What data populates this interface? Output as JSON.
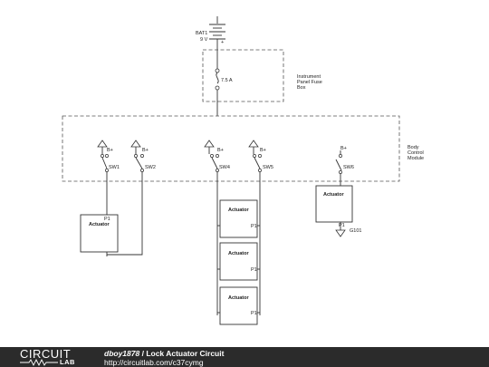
{
  "battery": {
    "ref": "BAT1",
    "value": "9 V"
  },
  "fuse": {
    "rating": "7.5 A"
  },
  "fuse_box": {
    "label_line1": "Instrument",
    "label_line2": "Panel Fuse",
    "label_line3": "Box"
  },
  "module": {
    "label_line1": "Body",
    "label_line2": "Control",
    "label_line3": "Module"
  },
  "supply_label": "B+",
  "switches": [
    "SW1",
    "SW2",
    "SW4",
    "SW5",
    "SW6"
  ],
  "actuator_label": "Actuator",
  "pin_label": "P1",
  "ground_label": "G101",
  "footer": {
    "logo_top": "CIRCUIT",
    "logo_bottom": "LAB",
    "user": "dboy1878",
    "separator": " / ",
    "title": "Lock Actuator Circuit",
    "url": "http://circuitlab.com/c37cymg"
  }
}
